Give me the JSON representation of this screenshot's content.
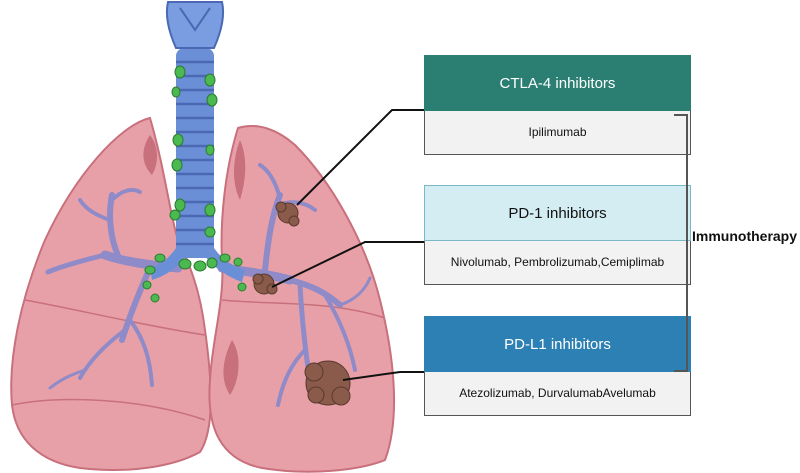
{
  "groups": [
    {
      "title": "CTLA-4 inhibitors",
      "drugs": [
        "Ipilimumab"
      ],
      "head_bg": "#2a7f72",
      "head_fg": "#ffffff"
    },
    {
      "title": "PD-1 inhibitors",
      "drugs": [
        "Nivolumab, Pembrolizumab,",
        "Cemiplimab"
      ],
      "head_bg": "#d4edf3",
      "head_fg": "#111111"
    },
    {
      "title": "PD-L1 inhibitors",
      "drugs": [
        "Atezolizumab, Durvalumab",
        "Avelumab"
      ],
      "head_bg": "#2c80b4",
      "head_fg": "#ffffff"
    }
  ],
  "bracket_label": "Immunotherapy",
  "colors": {
    "lung": "#e8a0a8",
    "lung_dark": "#c8707c",
    "trachea": "#6b8fd6",
    "lymph_node": "#4aba50",
    "tumor": "#8a5a4a",
    "bronchi": "#8f8ac8"
  }
}
